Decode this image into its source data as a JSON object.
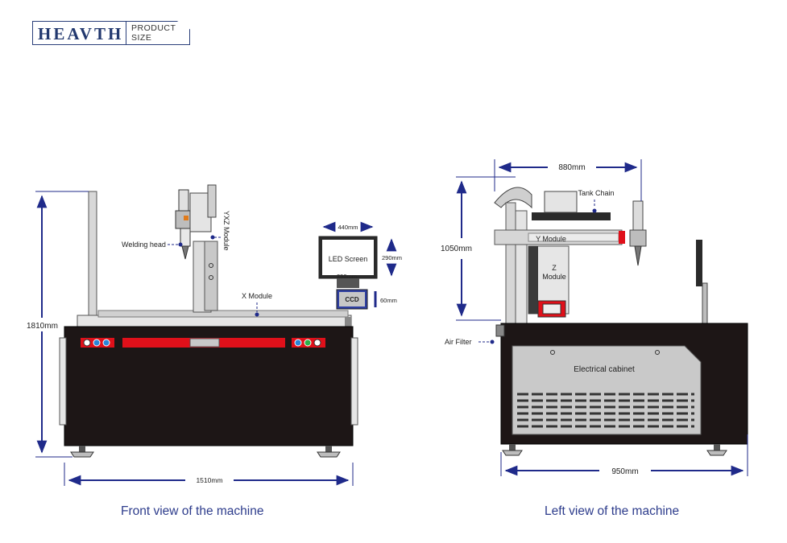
{
  "header": {
    "brand": "HEAVTH",
    "tag_line1": "PRODUCT",
    "tag_line2": "SIZE"
  },
  "front_view": {
    "caption": "Front view of the machine",
    "labels": {
      "welding_head": "Welding head",
      "yxz_module": "YXZ Module",
      "x_module": "X Module",
      "led_screen": "LED Screen",
      "ccd": "CCD"
    },
    "dimensions": {
      "height": "1810mm",
      "width": "1510mm",
      "screen_width": "440mm",
      "screen_height": "290mm",
      "ccd_width": "290mm",
      "ccd_height": "60mm"
    }
  },
  "left_view": {
    "caption": "Left view of the machine",
    "labels": {
      "tank_chain": "Tank Chain",
      "y_module": "Y Module",
      "z_module_line1": "Z",
      "z_module_line2": "Module",
      "air_filter": "Air Filter",
      "electrical_cabinet": "Electrical cabinet"
    },
    "dimensions": {
      "top_width": "880mm",
      "upper_height": "1050mm",
      "base_width": "950mm"
    }
  },
  "colors": {
    "annotation": "#1f2a8a",
    "cabinet": "#1d1616",
    "panel_red": "#e0101a",
    "panel_grey": "#c9c9c9",
    "logo_accent": "#d4141b"
  }
}
